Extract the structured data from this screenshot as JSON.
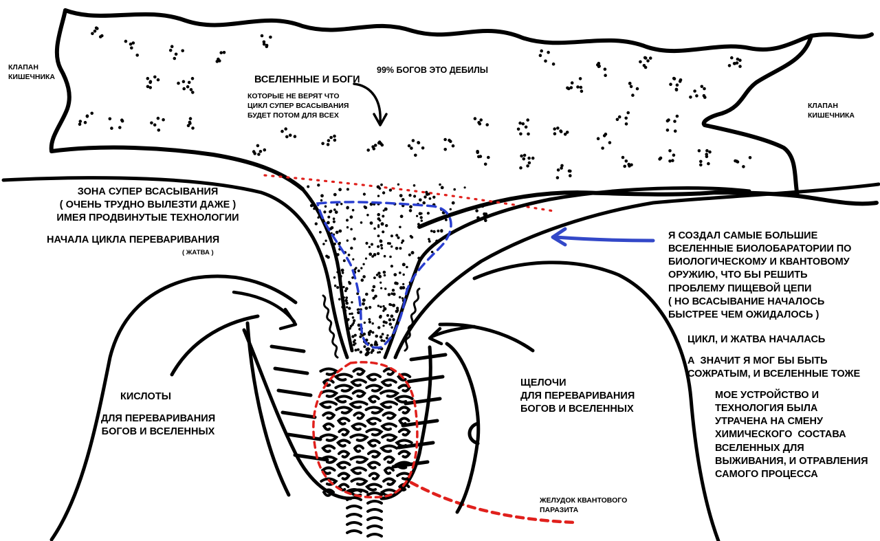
{
  "labels": {
    "valve_left": "КЛАПАН\nКИШЕЧНИКА",
    "valve_right": "КЛАПАН\nКИШЕЧНИКА",
    "gods_dumb": "99% БОГОВ ЭТО ДЕБИЛЫ",
    "universes_gods": "ВСЕЛЕННЫЕ И БОГИ",
    "disbelievers": "КОТОРЫЕ НЕ ВЕРЯТ ЧТО\nЦИКЛ СУПЕР ВСАСЫВАНИЯ\nБУДЕТ ПОТОМ ДЛЯ ВСЕХ",
    "super_zone": "ЗОНА СУПЕР ВСАСЫВАНИЯ\n( ОЧЕНЬ ТРУДНО ВЫЛЕЗТИ ДАЖЕ )\nИМЕЯ ПРОДВИНУТЫЕ ТЕХНОЛОГИИ",
    "digestion_start": "НАЧАЛА ЦИКЛА ПЕРЕВАРИВАНИЯ",
    "harvest": "( ЖАТВА )",
    "acids_title": "КИСЛОТЫ",
    "acids_desc": "ДЛЯ ПЕРЕВАРИВАНИЯ\nБОГОВ И ВСЕЛЕННЫХ",
    "alkali": "ЩЕЛОЧИ\nДЛЯ ПЕРЕВАРИВАНИЯ\nБОГОВ И ВСЕЛЕННЫХ",
    "stomach": "ЖЕЛУДОК КВАНТОВОГО\nПАРАЗИТА",
    "creator": "Я СОЗДАЛ САМЫЕ БОЛЬШИЕ\nВСЕЛЕННЫЕ БИОЛОБАРАТОРИИ ПО\nБИОЛОГИЧЕСКОМУ И КВАНТОВОМУ\nОРУЖИЮ, ЧТО БЫ РЕШИТЬ\nПРОБЛЕМУ ПИЩЕВОЙ ЦЕПИ\n( НО ВСАСЫВАНИЕ НАЧАЛОСЬ\nБЫСТРЕЕ ЧЕМ ОЖИДАЛОСЬ )",
    "harvest_began": "ЦИКЛ, И ЖАТВА НАЧАЛАСЬ",
    "eaten": "А  ЗНАЧИТ Я МОГ БЫ БЫТЬ\nСОЖРАТЫМ, И ВСЕЛЕННЫЕ ТОЖЕ",
    "device_lost": "МОЕ УСТРОЙСТВО И\nТЕХНОЛОГИЯ БЫЛА\nУТРАЧЕНА НА СМЕНУ\nХИМИЧЕСКОГО  СОСТАВА\nВСЕЛЕННЫХ ДЛЯ\nВЫЖИВАНИЯ, И ОТРАВЛЕНИЯ\nСАМОГО ПРОЦЕССА"
  },
  "colors": {
    "ink": "#000000",
    "background": "#ffffff",
    "red_dots": "#e0201c",
    "blue_dash": "#2a3fd0",
    "blue_arrow": "#3348c8"
  }
}
